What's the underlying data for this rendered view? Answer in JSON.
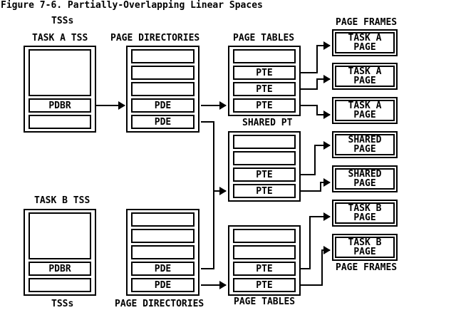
{
  "title": "Figure 7-6. Partially-Overlapping Linear Spaces",
  "columns": {
    "tss": {
      "heading_top": "TSSs",
      "heading_bottom": "TSSs",
      "task_a_title": "TASK A TSS",
      "task_b_title": "TASK B TSS",
      "task_a_cells": [
        "",
        "PDBR",
        ""
      ],
      "task_b_cells": [
        "",
        "PDBR",
        ""
      ]
    },
    "page_directories": {
      "heading_top": "PAGE DIRECTORIES",
      "heading_bottom": "PAGE DIRECTORIES",
      "task_a_cells": [
        "",
        "",
        "",
        "PDE",
        "PDE"
      ],
      "task_b_cells": [
        "",
        "",
        "",
        "PDE",
        "PDE"
      ]
    },
    "page_tables": {
      "heading_top": "PAGE TABLES",
      "heading_bottom": "PAGE TABLES",
      "shared_label": "SHARED PT",
      "task_a_cells": [
        "",
        "PTE",
        "PTE",
        "PTE"
      ],
      "shared_cells": [
        "",
        "",
        "PTE",
        "PTE"
      ],
      "task_b_cells": [
        "",
        "",
        "PTE",
        "PTE"
      ]
    },
    "page_frames": {
      "heading_top": "PAGE FRAMES",
      "heading_bottom": "PAGE FRAMES",
      "frames": [
        {
          "line1": "TASK A",
          "line2": "PAGE"
        },
        {
          "line1": "TASK A",
          "line2": "PAGE"
        },
        {
          "line1": "TASK A",
          "line2": "PAGE"
        },
        {
          "line1": "SHARED",
          "line2": "PAGE"
        },
        {
          "line1": "SHARED",
          "line2": "PAGE"
        },
        {
          "line1": "TASK B",
          "line2": "PAGE"
        },
        {
          "line1": "TASK B",
          "line2": "PAGE"
        }
      ]
    }
  },
  "connections": [
    {
      "from": "task-a-tss-pdbr",
      "to": "page-directory-a"
    },
    {
      "from": "page-directory-a-pde-1",
      "to": "page-table-a-pte-3"
    },
    {
      "from": "page-directory-a-pde-2",
      "to": "shared-page-table"
    },
    {
      "from": "page-directory-b-pde-1",
      "to": "shared-page-table"
    },
    {
      "from": "page-directory-b-pde-2",
      "to": "page-table-b-pte-4"
    },
    {
      "from": "page-table-a-pte-1",
      "to": "page-frame-task-a-1"
    },
    {
      "from": "page-table-a-pte-2",
      "to": "page-frame-task-a-2"
    },
    {
      "from": "page-table-a-pte-3",
      "to": "page-frame-task-a-3"
    },
    {
      "from": "shared-page-table-pte-3",
      "to": "page-frame-shared-1"
    },
    {
      "from": "shared-page-table-pte-4",
      "to": "page-frame-shared-2"
    },
    {
      "from": "page-table-b-pte-3",
      "to": "page-frame-task-b-1"
    },
    {
      "from": "page-table-b-pte-4",
      "to": "page-frame-task-b-2"
    }
  ],
  "colors": {
    "ink": "#000000",
    "paper": "#ffffff"
  }
}
